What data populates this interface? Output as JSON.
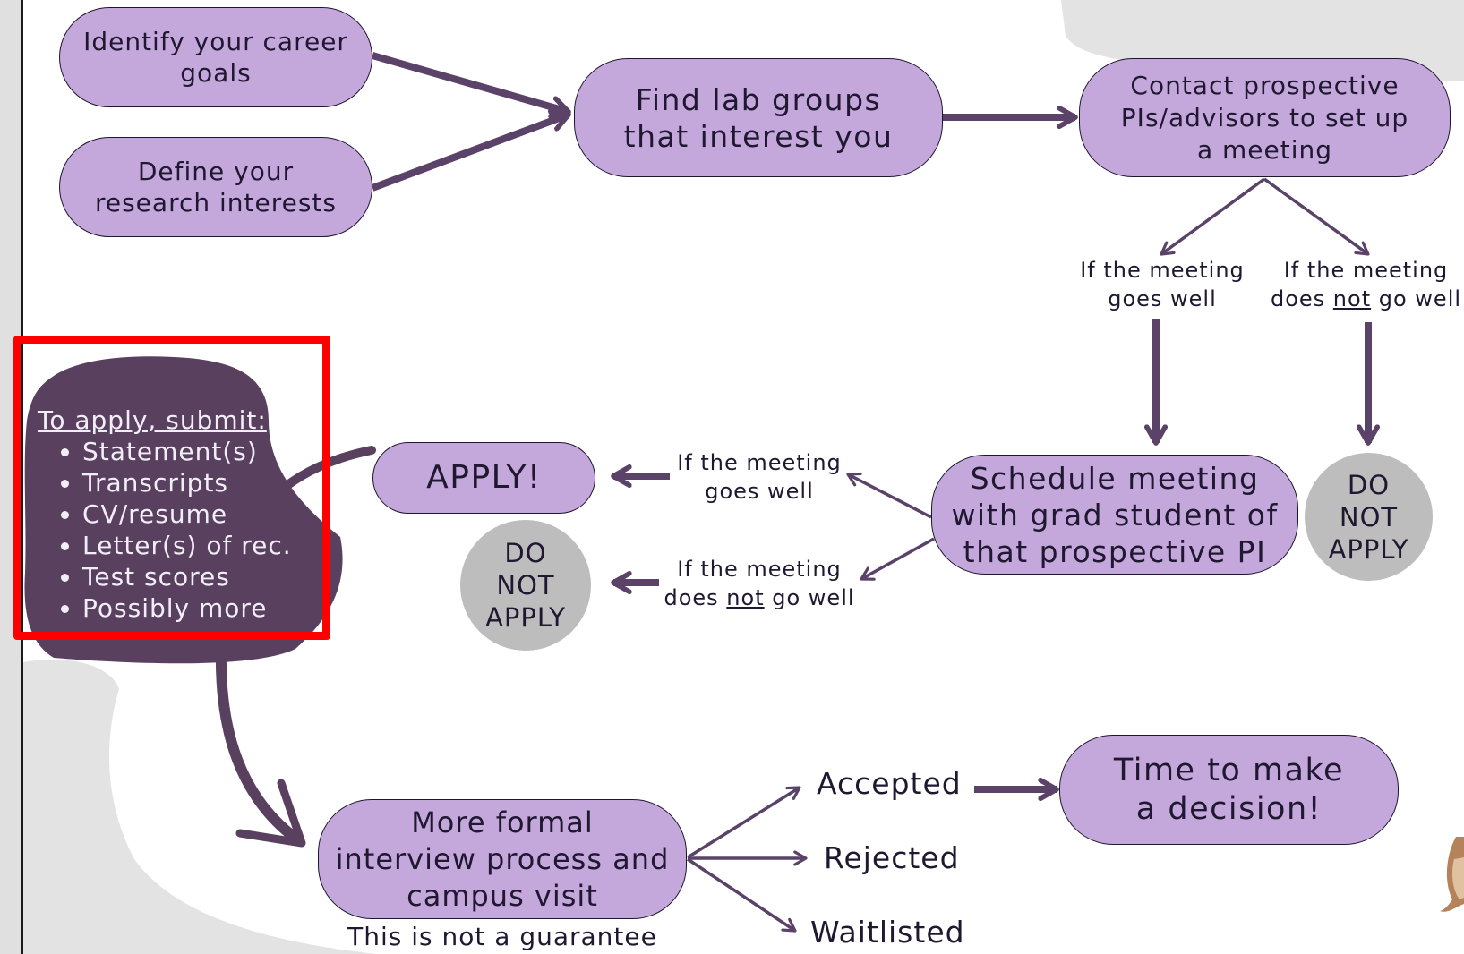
{
  "nodes": {
    "career_goals": "Identify your career\ngoals",
    "research_interests": "Define your\nresearch interests",
    "find_labs": "Find lab groups\nthat interest you",
    "contact_pis": "Contact prospective\nPIs/advisors to set up\na meeting",
    "schedule_meeting": "Schedule meeting\nwith grad student of\nthat prospective PI",
    "apply": "APPLY!",
    "interview": "More formal\ninterview process and\ncampus visit",
    "decision": "Time to make\na decision!",
    "do_not_apply": "DO\nNOT\nAPPLY"
  },
  "branch_labels": {
    "if_the_meeting": "If the meeting",
    "goes_well": "goes well",
    "does": "does",
    "not": "not",
    "go_well": "go well"
  },
  "apply_box": {
    "title": "To apply, submit:",
    "items": [
      "Statement(s)",
      "Transcripts",
      "CV/resume",
      "Letter(s) of rec.",
      "Test scores",
      "Possibly more"
    ]
  },
  "outcomes": {
    "accepted": "Accepted",
    "rejected": "Rejected",
    "waitlisted": "Waitlisted"
  },
  "note": "This is not a guarantee",
  "colors": {
    "node_fill": "#c4a8dc",
    "arrow": "#5a4268",
    "blob": "#59405f",
    "do_not_apply_fill": "#bdbdbd",
    "highlight": "#ff0000",
    "background_shape": "#e3e3e3"
  }
}
